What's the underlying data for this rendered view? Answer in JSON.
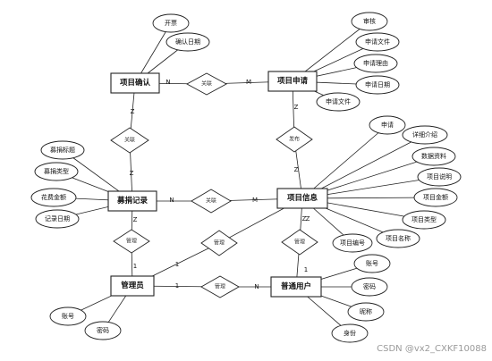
{
  "entities": {
    "xmqr": "项目确认",
    "xmsq": "项目申请",
    "mjjl": "募捐记录",
    "xmxx": "项目信息",
    "gly": "管理员",
    "ptyh": "普通用户"
  },
  "relationships": {
    "r1": "关联",
    "r2": "关联",
    "r3": "关联",
    "r4": "管理",
    "r5": "管理",
    "r6": "发布",
    "r7": "管理",
    "r8": "管理"
  },
  "attributes": {
    "xmqr": [
      "开票",
      "确认日期"
    ],
    "xmsq": [
      "审核",
      "申请文件",
      "申请理由",
      "申请日期",
      "申请文件"
    ],
    "mjjl": [
      "募捐标题",
      "募捐类型",
      "花费金额",
      "记录日期"
    ],
    "xmxx": [
      "申请",
      "详细介绍",
      "数据资料",
      "项目说明",
      "项目金额",
      "项目类型",
      "项目名称",
      "项目编号"
    ],
    "gly": [
      "账号",
      "密码"
    ],
    "ptyh": [
      "账号",
      "密码",
      "昵称",
      "身份"
    ]
  },
  "cardinalities": {
    "xmqr_r1": "N",
    "r1_xmsq": "M",
    "xmqr_r2": "Z",
    "r2_mjjl": "Z",
    "xmsq_r6": "Z",
    "r6_xmxx": "Z",
    "mjjl_r3": "N",
    "r3_xmxx": "M",
    "mjjl_r4": "Z",
    "r4_gly": "1",
    "gly_r5": "1",
    "r5_xmxx": "Z",
    "xmxx_r7": "Z",
    "r7_ptyh": "1",
    "gly_r8": "1",
    "r8_ptyh": "N"
  },
  "watermark": "CSDN @vx2_CXKF10088"
}
